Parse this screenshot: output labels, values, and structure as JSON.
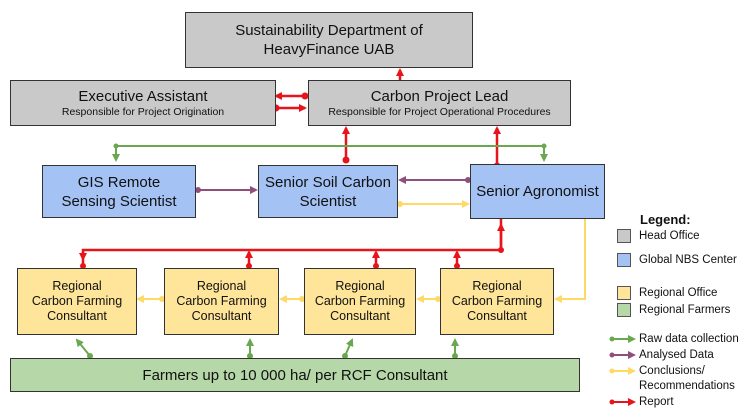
{
  "boxes": {
    "sustainability": [
      "Sustainability Department of",
      "HeavyFinance UAB"
    ],
    "executive": {
      "title": "Executive Assistant",
      "subtitle": "Responsible for Project Origination"
    },
    "carbon_lead": {
      "title": "Carbon Project Lead",
      "subtitle": "Responsible for Project Operational Procedures"
    },
    "gis": [
      "GIS Remote",
      "Sensing Scientist"
    ],
    "soil": [
      "Senior Soil Carbon",
      "Scientist"
    ],
    "agronomist": "Senior Agronomist",
    "regional": [
      "Regional",
      "Carbon Farming",
      "Consultant"
    ],
    "farmers": "Farmers up to 10 000 ha/ per RCF Consultant"
  },
  "legend": {
    "title": "Legend:",
    "head_office": "Head Office",
    "global_nbs": "Global NBS Center",
    "regional_office": "Regional Office",
    "regional_farmers": "Regional Farmers",
    "raw_data": "Raw data collection",
    "analysed": "Analysed Data",
    "conclusions": [
      "Conclusions/",
      "Recommendations"
    ],
    "report": "Report"
  },
  "colors": {
    "head": "#c9c9c9",
    "nbs": "#a4c2f4",
    "regional": "#ffe599",
    "farmers": "#b6d7a8",
    "raw_data": "#6aa84f",
    "analysed": "#8e4f7a",
    "conclusions": "#ffd966",
    "report": "#e8141c"
  }
}
